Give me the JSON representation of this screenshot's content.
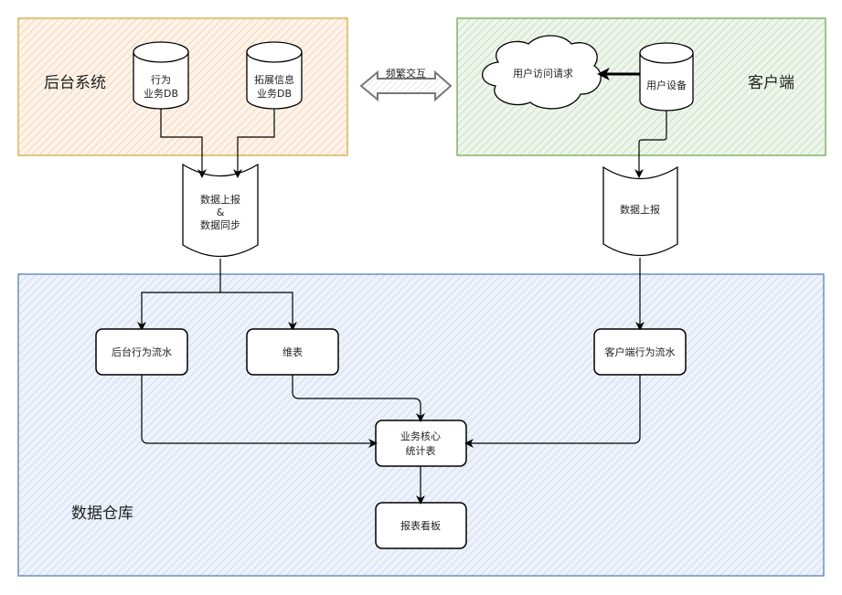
{
  "colors": {
    "backend_fill": "#fce5cd",
    "backend_stroke": "#d6b656",
    "client_fill": "#d5e8d4",
    "client_stroke": "#82b366",
    "warehouse_fill": "#dae8fc",
    "warehouse_stroke": "#6c8ebf",
    "node_fill": "#ffffff",
    "line": "#000000"
  },
  "containers": {
    "backend": {
      "label": "后台系统"
    },
    "client": {
      "label": "客户端"
    },
    "warehouse": {
      "label": "数据仓库"
    }
  },
  "nodes": {
    "behavior_db": {
      "line1": "行为",
      "line2": "业务DB"
    },
    "ext_db": {
      "line1": "拓展信息",
      "line2": "业务DB"
    },
    "user_request": {
      "label": "用户访问请求"
    },
    "user_device": {
      "label": "用户设备"
    },
    "backend_report": {
      "line1": "数据上报",
      "line2": "&",
      "line3": "数据同步"
    },
    "client_report": {
      "label": "数据上报"
    },
    "backend_flow": {
      "label": "后台行为流水"
    },
    "dim_table": {
      "label": "维表"
    },
    "client_flow": {
      "label": "客户端行为流水"
    },
    "core_stats": {
      "line1": "业务核心",
      "line2": "统计表"
    },
    "dashboard": {
      "label": "报表看板"
    }
  },
  "interaction_arrow": {
    "label": "频繁交互"
  }
}
